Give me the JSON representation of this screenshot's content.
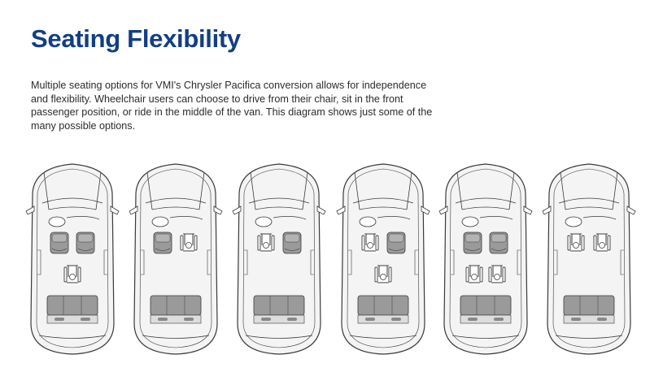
{
  "page": {
    "title": "Seating Flexibility",
    "intro": "Multiple seating options for VMI's Chrysler Pacifica conversion allows for independence and flexibility. Wheelchair users can choose to drive from their chair, sit in the front passenger position, or ride in the middle of the van. This diagram shows just some of the many possible options."
  },
  "colors": {
    "title": "#123f82",
    "seat": "#9a9a9a",
    "line": "#3a3a3a",
    "body": "#f4f4f4"
  },
  "configurations": [
    {
      "driver": "seat",
      "passenger": "seat",
      "middle": "center-wheelchair"
    },
    {
      "driver": "seat",
      "passenger": "wheelchair",
      "middle": "none"
    },
    {
      "driver": "wheelchair",
      "passenger": "seat",
      "middle": "none"
    },
    {
      "driver": "wheelchair",
      "passenger": "seat",
      "middle": "center-wheelchair"
    },
    {
      "driver": "seat",
      "passenger": "seat",
      "middle": "two-wheelchairs"
    },
    {
      "driver": "wheelchair",
      "passenger": "wheelchair",
      "middle": "none"
    }
  ]
}
